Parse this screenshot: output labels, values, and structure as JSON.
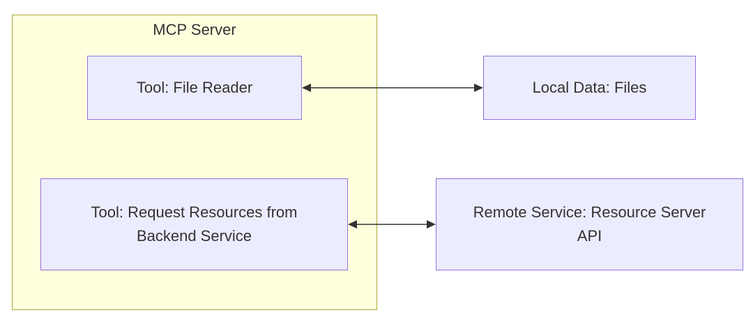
{
  "cluster": {
    "title": "MCP Server"
  },
  "nodes": {
    "file_reader": "Tool: File Reader",
    "local_data": "Local Data: Files",
    "request_resources": "Tool: Request Resources from Backend Service",
    "remote_service": "Remote Service: Resource Server API"
  },
  "colors": {
    "cluster_fill": "#ffffde",
    "cluster_border": "#aaaa33",
    "node_fill": "#ececff",
    "node_border": "#9370db",
    "edge": "#333333",
    "text": "#333333"
  },
  "edges": [
    {
      "from": "file_reader",
      "to": "local_data",
      "direction": "bidirectional"
    },
    {
      "from": "request_resources",
      "to": "remote_service",
      "direction": "bidirectional"
    }
  ]
}
